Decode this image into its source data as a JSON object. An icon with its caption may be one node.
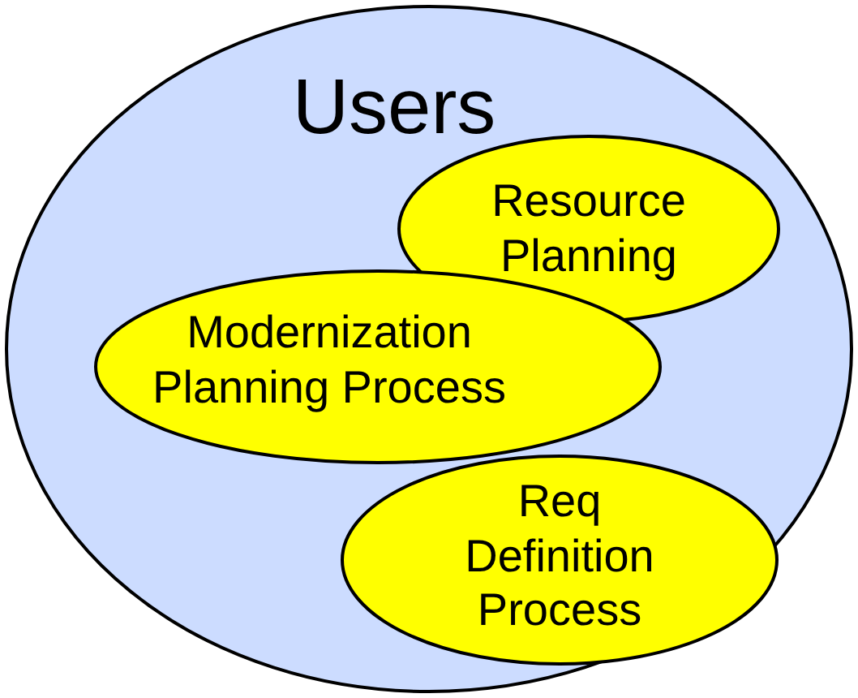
{
  "diagram": {
    "nodes": [
      {
        "text": [
          "Users"
        ]
      },
      {
        "text": [
          "Resource Planning"
        ],
        "in": 0
      },
      {
        "text": [
          "Modernization Planning Process"
        ],
        "in": 0
      },
      {
        "text": [
          "Req Definition Process"
        ],
        "in": 0
      }
    ]
  }
}
